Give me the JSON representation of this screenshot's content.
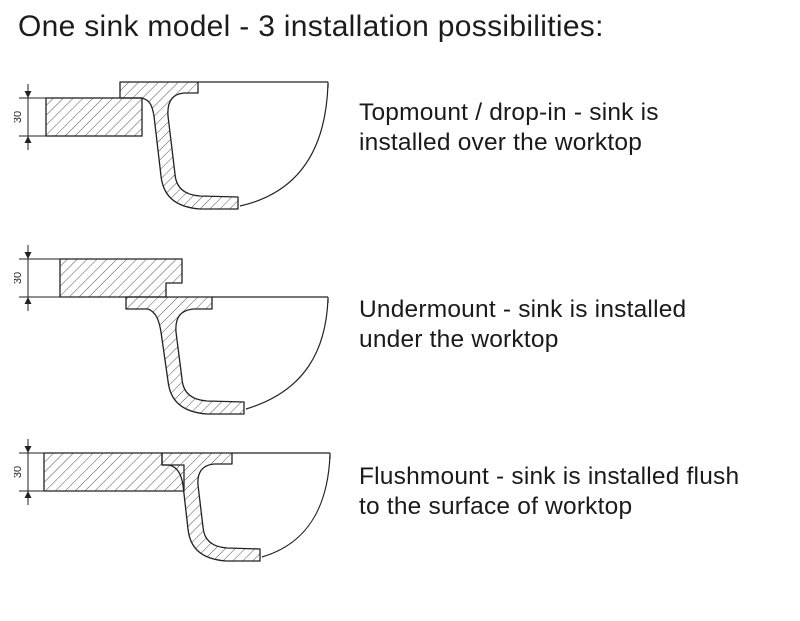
{
  "title": "One sink model - 3 installation possibilities:",
  "diagrams": [
    {
      "name": "topmount",
      "caption": "Topmount / drop-in - sink is installed over the worktop",
      "dimension": "30"
    },
    {
      "name": "undermount",
      "caption": "Undermount - sink is installed under the worktop",
      "dimension": "30"
    },
    {
      "name": "flushmount",
      "caption": "Flushmount - sink is installed flush to the surface of worktop",
      "dimension": "30"
    }
  ],
  "colors": {
    "line": "#222222",
    "hatch": "#555555",
    "text": "#1a1a1a"
  }
}
